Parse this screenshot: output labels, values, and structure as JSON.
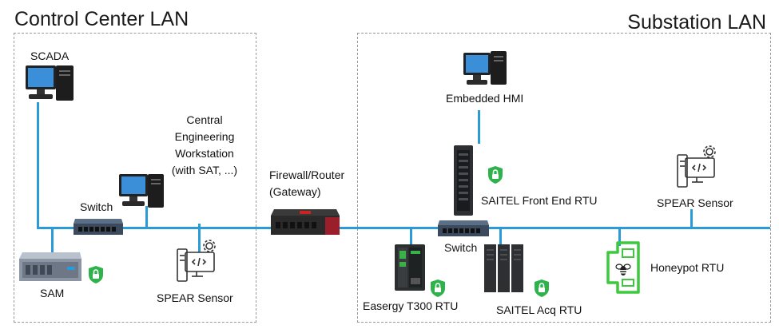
{
  "zones": {
    "control_center": {
      "title": "Control Center LAN"
    },
    "substation": {
      "title": "Substation LAN"
    }
  },
  "control_center": {
    "scada": "SCADA",
    "central_eng": [
      "Central",
      "Engineering",
      "Workstation",
      "(with SAT, ...)"
    ],
    "switch": "Switch",
    "sam": "SAM",
    "spear_sensor": "SPEAR Sensor"
  },
  "gateway": {
    "label_line1": "Firewall/Router",
    "label_line2": "(Gateway)"
  },
  "substation": {
    "embedded_hmi": "Embedded HMI",
    "saitel_front_end": "SAITEL Front End RTU",
    "spear_sensor": "SPEAR Sensor",
    "switch": "Switch",
    "easergy": "Easergy T300 RTU",
    "saitel_acq": "SAITEL Acq RTU",
    "honeypot": "Honeypot RTU"
  },
  "colors": {
    "link": "#2b9bd8",
    "shield": "#2fb24c",
    "honeypot": "#3ec83e",
    "zone_border": "#9a9a9a"
  },
  "icons": [
    "computer-icon",
    "switch-icon",
    "server-appliance-icon",
    "shield-lock-icon",
    "sensor-gear-icon",
    "firewall-router-icon",
    "rack-rtu-icon",
    "bee-icon"
  ]
}
